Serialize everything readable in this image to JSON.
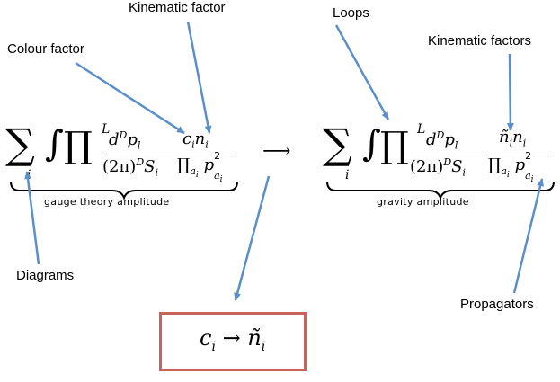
{
  "annotations": {
    "kinematic_factor": "Kinematic factor",
    "colour_factor": "Colour factor",
    "loops": "Loops",
    "kinematic_factors": "Kinematic factors",
    "diagrams": "Diagrams",
    "propagators": "Propagators"
  },
  "braces": {
    "left": "gauge theory amplitude",
    "right": "gravity amplitude"
  },
  "colors": {
    "arrow": "#5b8fc9",
    "box_border": "#c9625e"
  },
  "arrow_labels": [
    "Kinematic factor",
    "Colour factor",
    "Loops",
    "Kinematic factors",
    "Diagrams",
    "Propagators",
    "c_i to n-tilde_i replacement box"
  ]
}
